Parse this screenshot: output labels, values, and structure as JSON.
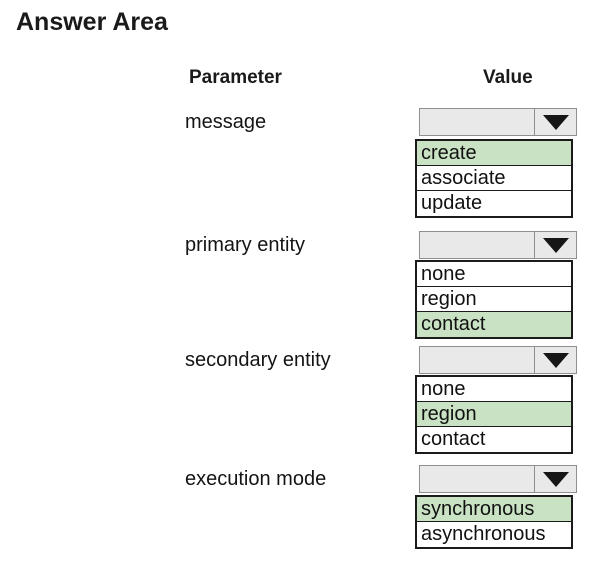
{
  "title": "Answer Area",
  "headers": {
    "parameter": "Parameter",
    "value": "Value"
  },
  "icons": {
    "dropdown_arrow": "black filled down-triangle (collapsed dropdown)"
  },
  "colors": {
    "highlight_green": "#c9e2c4",
    "select_bg": "#e9e9e9",
    "select_border": "#8f8f8f",
    "list_border": "#1b1b1b",
    "text_color": "#111111",
    "arrow_color": "#161616"
  },
  "rows": [
    {
      "parameter": "message",
      "field_value": "",
      "options": [
        {
          "label": "create",
          "highlighted": true
        },
        {
          "label": "associate",
          "highlighted": false
        },
        {
          "label": "update",
          "highlighted": false
        }
      ]
    },
    {
      "parameter": "primary entity",
      "field_value": "",
      "options": [
        {
          "label": "none",
          "highlighted": false
        },
        {
          "label": "region",
          "highlighted": false
        },
        {
          "label": "contact",
          "highlighted": true
        }
      ]
    },
    {
      "parameter": "secondary entity",
      "field_value": "",
      "options": [
        {
          "label": "none",
          "highlighted": false
        },
        {
          "label": "region",
          "highlighted": true
        },
        {
          "label": "contact",
          "highlighted": false
        }
      ]
    },
    {
      "parameter": "execution mode",
      "field_value": "",
      "options": [
        {
          "label": "synchronous",
          "highlighted": true
        },
        {
          "label": "asynchronous",
          "highlighted": false
        }
      ]
    }
  ]
}
